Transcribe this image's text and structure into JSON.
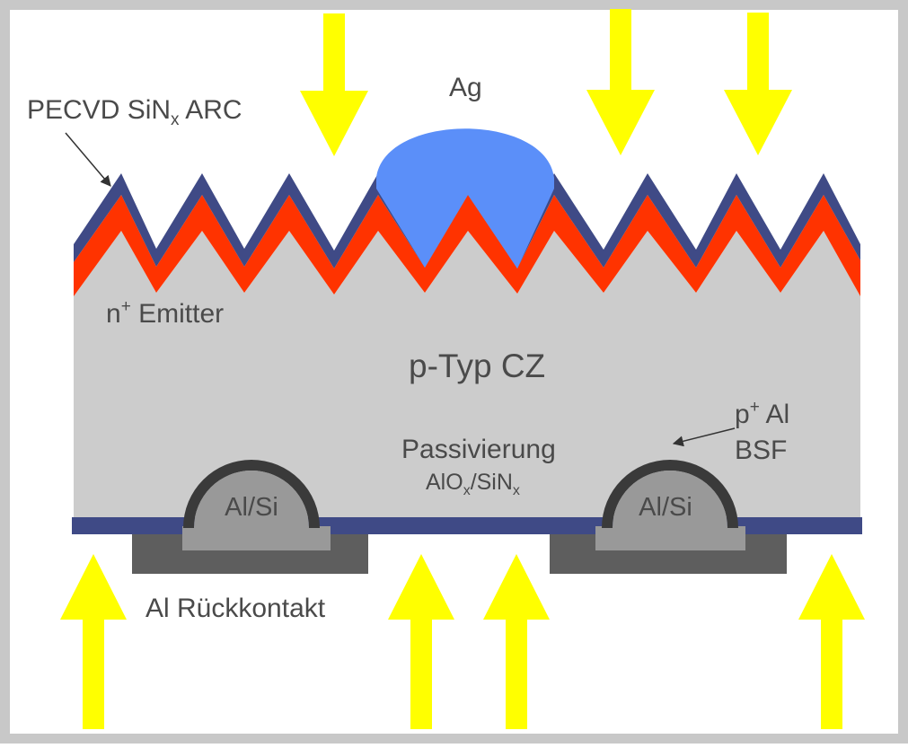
{
  "labels": {
    "arc_main": "PECVD SiN",
    "arc_sub": "x",
    "arc_tail": " ARC",
    "ag": "Ag",
    "emitter_sup": "+",
    "emitter_pre": "n",
    "emitter_tail": " Emitter",
    "bulk": "p-Typ CZ",
    "passivation": "Passivierung",
    "pass_a": "AlO",
    "pass_a_sub": "x",
    "pass_b": "/SiN",
    "pass_b_sub": "x",
    "bsf_pre": "p",
    "bsf_sup": "+",
    "bsf_tail": " Al",
    "bsf_line2": "BSF",
    "alsi_left": "Al/Si",
    "alsi_right": "Al/Si",
    "rear_contact": "Al Rückkontakt"
  },
  "colors": {
    "frame": "#c8c8c8",
    "bulk": "#cccccc",
    "arc": "#3f4a86",
    "emitter": "#ff3300",
    "silver": "#5b8ff9",
    "rear_passivation": "#3f4a86",
    "alsi": "#999999",
    "bsf": "#3a3a3a",
    "rear_contact": "#5e5e5e",
    "light": "#ffff00",
    "text": "#4a4a4a"
  },
  "icons": {
    "incident_light": "arrow-down-icon",
    "rear_light": "arrow-up-icon",
    "pointer": "pointer-arrow-icon"
  }
}
